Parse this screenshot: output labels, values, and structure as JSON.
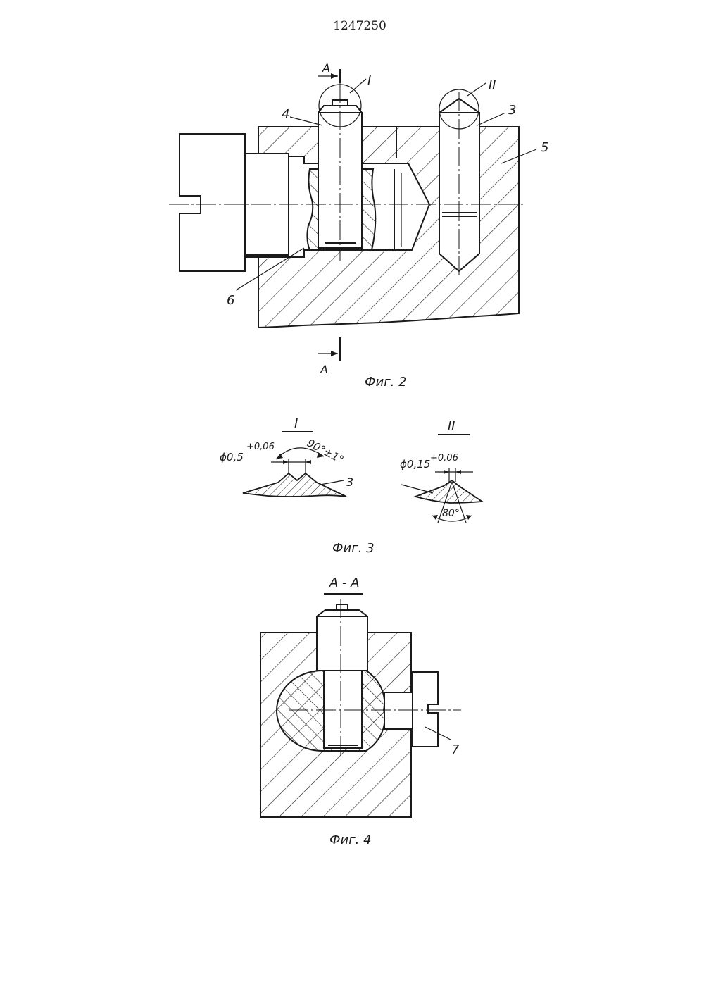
{
  "document": {
    "patent_number": "1247250"
  },
  "figure2": {
    "caption": "Фиг. 2",
    "section_mark": "А",
    "callout_1": "I",
    "callout_2": "II",
    "part_labels": [
      "4",
      "3",
      "5",
      "6"
    ]
  },
  "figure3": {
    "caption": "Фиг. 3",
    "detail_1": {
      "title": "I",
      "diameter": "ϕ0,5",
      "diameter_tol": "+0,06",
      "angle": "90°±1°",
      "part_label": "3"
    },
    "detail_2": {
      "title": "II",
      "diameter": "ϕ0,15",
      "diameter_tol": "+0,06",
      "angle": "80°"
    }
  },
  "figure4": {
    "caption": "Фиг. 4",
    "section_title": "А - А",
    "part_label": "7"
  },
  "colors": {
    "ink": "#1a1a1a",
    "paper": "#ffffff"
  }
}
